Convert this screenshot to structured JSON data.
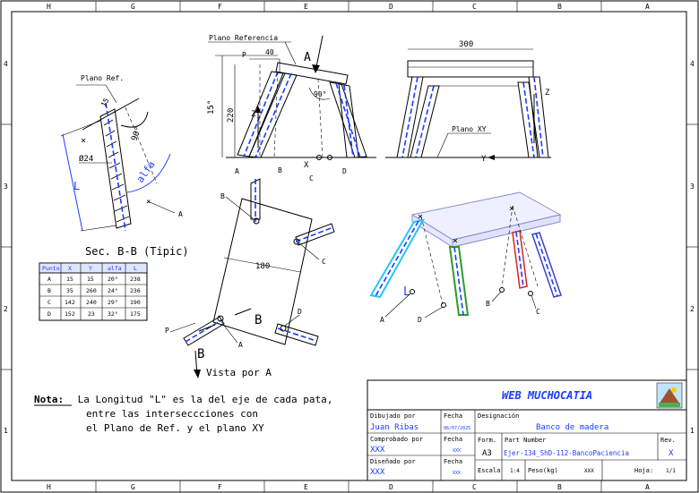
{
  "frame": {
    "col_labels": [
      "H",
      "G",
      "F",
      "E",
      "D",
      "C",
      "B",
      "A"
    ],
    "row_labels": [
      "4",
      "3",
      "2",
      "1"
    ]
  },
  "views": {
    "section": {
      "title": "Sec. B-B (Tipic)",
      "plano_ref": "Plano Ref.",
      "dim_15": "15",
      "dim_90": "90°",
      "dim_diam": "Ø24",
      "alfa": "alfa",
      "length": "L",
      "point_a": "A"
    },
    "front": {
      "plano_referencia": "Plano Referencia",
      "big_a": "A",
      "p": "P",
      "dim_40": "40",
      "dim_15deg": "15°",
      "dim_220": "220",
      "dim_90": "90°",
      "z": "Z",
      "x": "X",
      "a": "A",
      "b": "B",
      "c": "C",
      "d": "D"
    },
    "side": {
      "dim_300": "300",
      "plano_xy": "Plano XY",
      "z": "Z",
      "y": "Y"
    },
    "top": {
      "dim_180": "180",
      "b": "B",
      "c": "C",
      "d": "D",
      "p": "P",
      "a": "A",
      "big_b1": "B",
      "big_b2": "B",
      "vista": "Vista por A"
    },
    "iso": {
      "l": "L",
      "a": "A",
      "d": "D",
      "b": "B",
      "c": "C"
    }
  },
  "table": {
    "headers": [
      "Punto",
      "X",
      "Y",
      "alfa",
      "L"
    ],
    "rows": [
      [
        "A",
        "15",
        "15",
        "20°",
        "238"
      ],
      [
        "B",
        "35",
        "260",
        "24°",
        "236"
      ],
      [
        "C",
        "142",
        "240",
        "29°",
        "190"
      ],
      [
        "D",
        "152",
        "23",
        "32°",
        "175"
      ]
    ]
  },
  "note": {
    "label": "Nota:",
    "line1": " La Longitud \"L\" es la del eje de cada pata,",
    "line2": "entre las interseccciones con",
    "line3": "el Plano de Ref. y el plano XY"
  },
  "title_block": {
    "logo_text": "WEB MUCHOCATIA",
    "dibujado_label": "Dibujado por",
    "dibujado_value": "Juan Ribas",
    "comprobado_label": "Comprobado por",
    "comprobado_value": "XXX",
    "disenado_label": "Diseñado por",
    "disenado_value": "XXX",
    "fecha_label1": "Fecha",
    "fecha_value1": "06/07/2025",
    "fecha_label2": "Fecha",
    "fecha_value2": "XXX",
    "fecha_label3": "Fecha",
    "fecha_value3": "XXX",
    "designacion_label": "Designación",
    "designacion_value": "Banco de madera",
    "form_label": "Form.",
    "form_value": "A3",
    "part_label": "Part Number",
    "part_value": "Ejer-134_ShD-112-BancoPaciencia",
    "rev_label": "Rev.",
    "rev_value": "X",
    "escala_label": "Escala",
    "escala_value": "1:4",
    "peso_label": "Peso(kg)",
    "peso_value": "XXX",
    "hoja_label": "Hoja:",
    "hoja_value": "1/1"
  },
  "colors": {
    "accent_blue": "#1a3cff",
    "title_blue": "#1a3cff",
    "leg_cyan": "#22c4ff",
    "leg_green": "#2a9d2a",
    "leg_red": "#e02020",
    "leg_purple": "#4040c0"
  }
}
